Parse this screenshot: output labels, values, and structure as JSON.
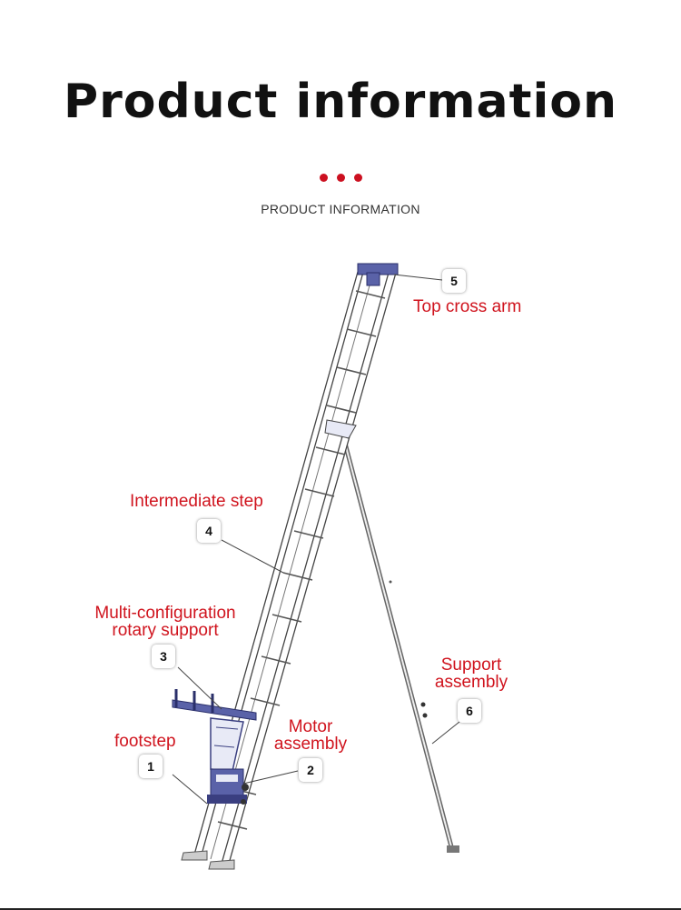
{
  "header": {
    "title": "Product information",
    "subtitle": "PRODUCT INFORMATION"
  },
  "colors": {
    "accent": "#cc1020",
    "frame": "#5a62a8",
    "frame_light": "#e8eaf6"
  },
  "parts": [
    {
      "number": "1",
      "label": "footstep"
    },
    {
      "number": "2",
      "label": "Motor assembly",
      "lines": [
        "Motor",
        "assembly"
      ]
    },
    {
      "number": "3",
      "label": "Multi-configuration rotary support",
      "lines": [
        "Multi-configuration",
        "rotary support"
      ]
    },
    {
      "number": "4",
      "label": "Intermediate step"
    },
    {
      "number": "5",
      "label": "Top cross arm"
    },
    {
      "number": "6",
      "label": "Support assembly",
      "lines": [
        "Support",
        "assembly"
      ]
    }
  ]
}
